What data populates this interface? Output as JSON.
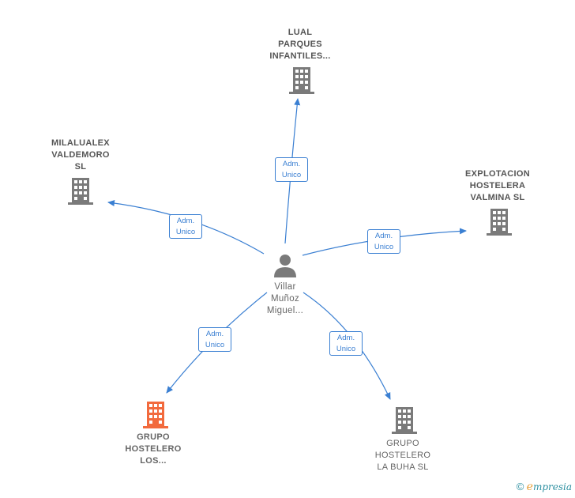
{
  "center": {
    "name_lines": [
      "Villar",
      "Muñoz",
      "Miguel..."
    ]
  },
  "nodes": [
    {
      "id": "lual",
      "lines": [
        "LUAL",
        "PARQUES",
        "INFANTILES..."
      ],
      "relation": [
        "Adm.",
        "Unico"
      ]
    },
    {
      "id": "milalualex",
      "lines": [
        "MILALUALEX",
        "VALDEMORO",
        "SL"
      ],
      "relation": [
        "Adm.",
        "Unico"
      ]
    },
    {
      "id": "explotacion",
      "lines": [
        "EXPLOTACION",
        "HOSTELERA",
        "VALMINA  SL"
      ],
      "relation": [
        "Adm.",
        "Unico"
      ]
    },
    {
      "id": "grupo-los",
      "lines": [
        "GRUPO",
        "HOSTELERO",
        "LOS..."
      ],
      "relation": [
        "Adm.",
        "Unico"
      ],
      "highlight": true
    },
    {
      "id": "grupo-buha",
      "lines": [
        "GRUPO",
        "HOSTELERO",
        "LA BUHA  SL"
      ],
      "relation": [
        "Adm.",
        "Unico"
      ]
    }
  ],
  "footer": {
    "copyright_symbol": "©",
    "brand_initial": "e",
    "brand_rest": "mpresia"
  },
  "colors": {
    "edge": "#3a7fd2",
    "building": "#7a7a7a",
    "building_highlight": "#f26a3d",
    "person": "#7a7a7a"
  }
}
